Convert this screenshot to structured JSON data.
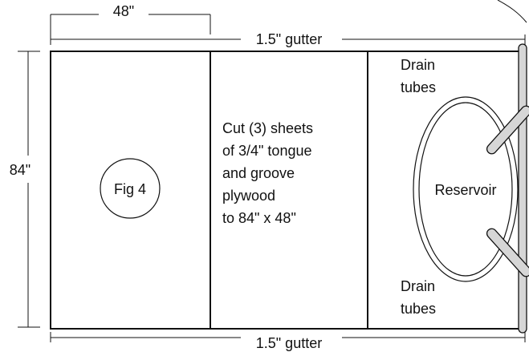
{
  "dimensions": {
    "width": "48\"",
    "height": "84\""
  },
  "gutters": {
    "top": "1.5\" gutter",
    "bottom": "1.5\" gutter"
  },
  "labels": {
    "fig": "Fig 4",
    "note": [
      "Cut (3) sheets",
      "of 3/4\" tongue",
      "and groove",
      "plywood",
      "to 84\" x 48\""
    ],
    "drain_top": [
      "Drain",
      "tubes"
    ],
    "drain_bottom": [
      "Drain",
      "tubes"
    ],
    "reservoir": "Reservoir"
  },
  "colors": {
    "stroke": "#111111",
    "pipe": "#d6d6d6",
    "background": "#ffffff"
  }
}
